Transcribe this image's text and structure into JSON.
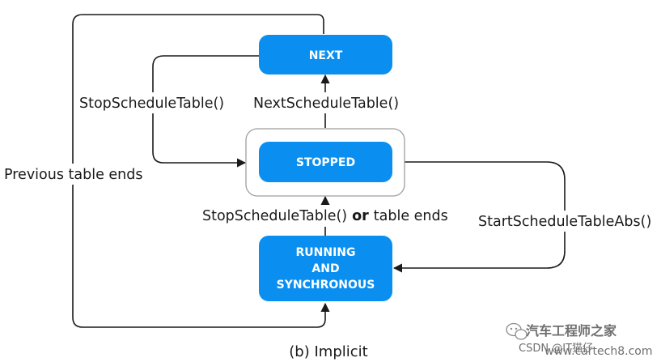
{
  "states": {
    "next": "NEXT",
    "stopped": "STOPPED",
    "running_line1": "RUNNING",
    "running_line2": "AND",
    "running_line3": "SYNCHRONOUS"
  },
  "transitions": {
    "previous_table_ends": "Previous table ends",
    "stop_from_next": "StopScheduleTable()",
    "next_schedule": "NextScheduleTable()",
    "stop_or_ends_part1": "StopScheduleTable()",
    "stop_or_ends_or": "or",
    "stop_or_ends_part2": "table ends",
    "start_abs": "StartScheduleTableAbs()"
  },
  "caption": "(b) Implicit",
  "watermark": {
    "brand": "汽车工程师之家",
    "site": "www.cartech8.com",
    "csdn": "CSDN @IT猫仔"
  },
  "colors": {
    "state_fill": "#0a8ff0",
    "stopped_frame": "#9e9e9e",
    "line": "#1a1a1a"
  }
}
